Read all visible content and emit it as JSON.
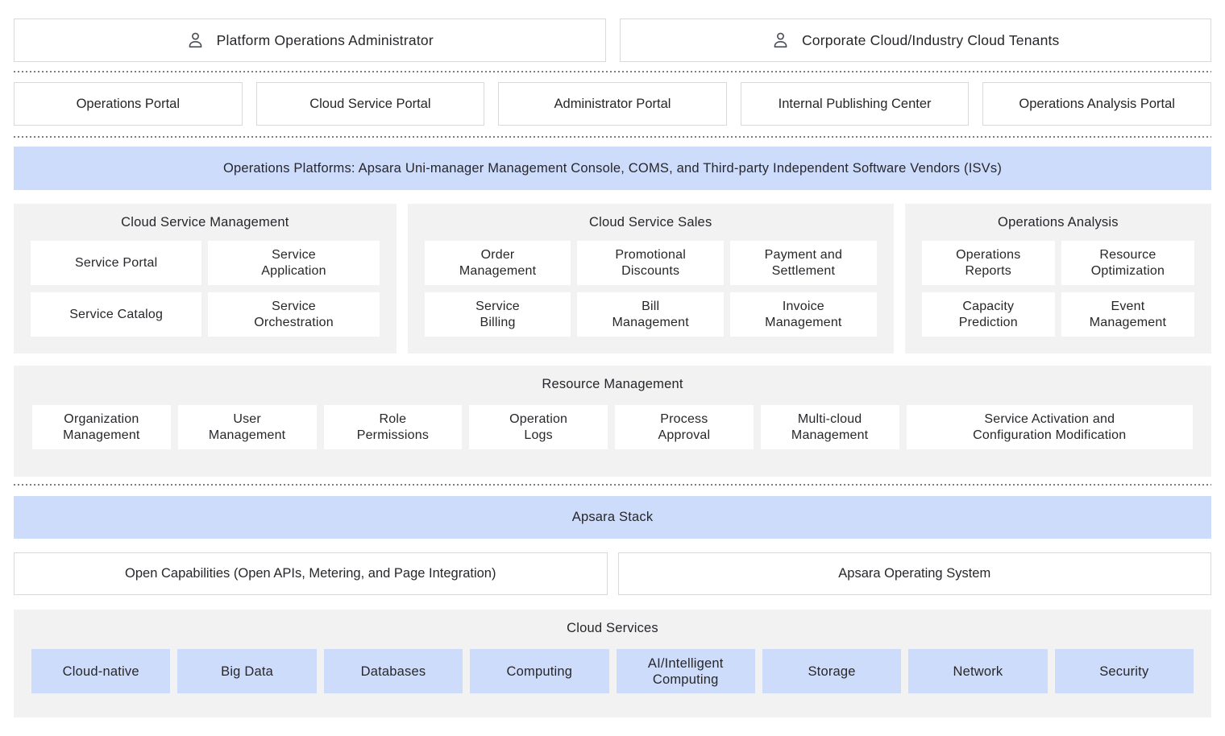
{
  "actors": [
    {
      "icon": "user-icon",
      "label": "Platform Operations Administrator"
    },
    {
      "icon": "user-icon",
      "label": "Corporate Cloud/Industry Cloud Tenants"
    }
  ],
  "portals": [
    "Operations Portal",
    "Cloud Service Portal",
    "Administrator Portal",
    "Internal Publishing Center",
    "Operations Analysis Portal"
  ],
  "banners": {
    "operations_platforms": "Operations Platforms: Apsara Uni-manager Management Console, COMS, and Third-party Independent Software Vendors (ISVs)",
    "apsara_stack": "Apsara Stack"
  },
  "sections": {
    "cloud_service_management": {
      "title": "Cloud Service Management",
      "items": [
        "Service Portal",
        "Service\nApplication",
        "Service Catalog",
        "Service\nOrchestration"
      ]
    },
    "cloud_service_sales": {
      "title": "Cloud Service Sales",
      "items": [
        "Order\nManagement",
        "Promotional\nDiscounts",
        "Payment and\nSettlement",
        "Service\nBilling",
        "Bill\nManagement",
        "Invoice\nManagement"
      ]
    },
    "operations_analysis": {
      "title": "Operations Analysis",
      "items": [
        "Operations\nReports",
        "Resource\nOptimization",
        "Capacity\nPrediction",
        "Event\nManagement"
      ]
    },
    "resource_management": {
      "title": "Resource Management",
      "items": [
        "Organization\nManagement",
        "User\nManagement",
        "Role\nPermissions",
        "Operation\nLogs",
        "Process\nApproval",
        "Multi-cloud\nManagement",
        "Service Activation and\nConfiguration Modification"
      ]
    },
    "cloud_services": {
      "title": "Cloud Services",
      "items": [
        "Cloud-native",
        "Big Data",
        "Databases",
        "Computing",
        "AI/Intelligent\nComputing",
        "Storage",
        "Network",
        "Security"
      ]
    }
  },
  "platform_row": [
    "Open Capabilities (Open APIs, Metering, and Page Integration)",
    "Apsara Operating System"
  ],
  "colors": {
    "accent_blue": "#cedcfc",
    "panel_gray": "#f2f2f3",
    "box_border": "#d9d9d9",
    "text": "#27272b",
    "dot_gray": "#7e7e7e",
    "icon_gray": "#4b4f57"
  }
}
